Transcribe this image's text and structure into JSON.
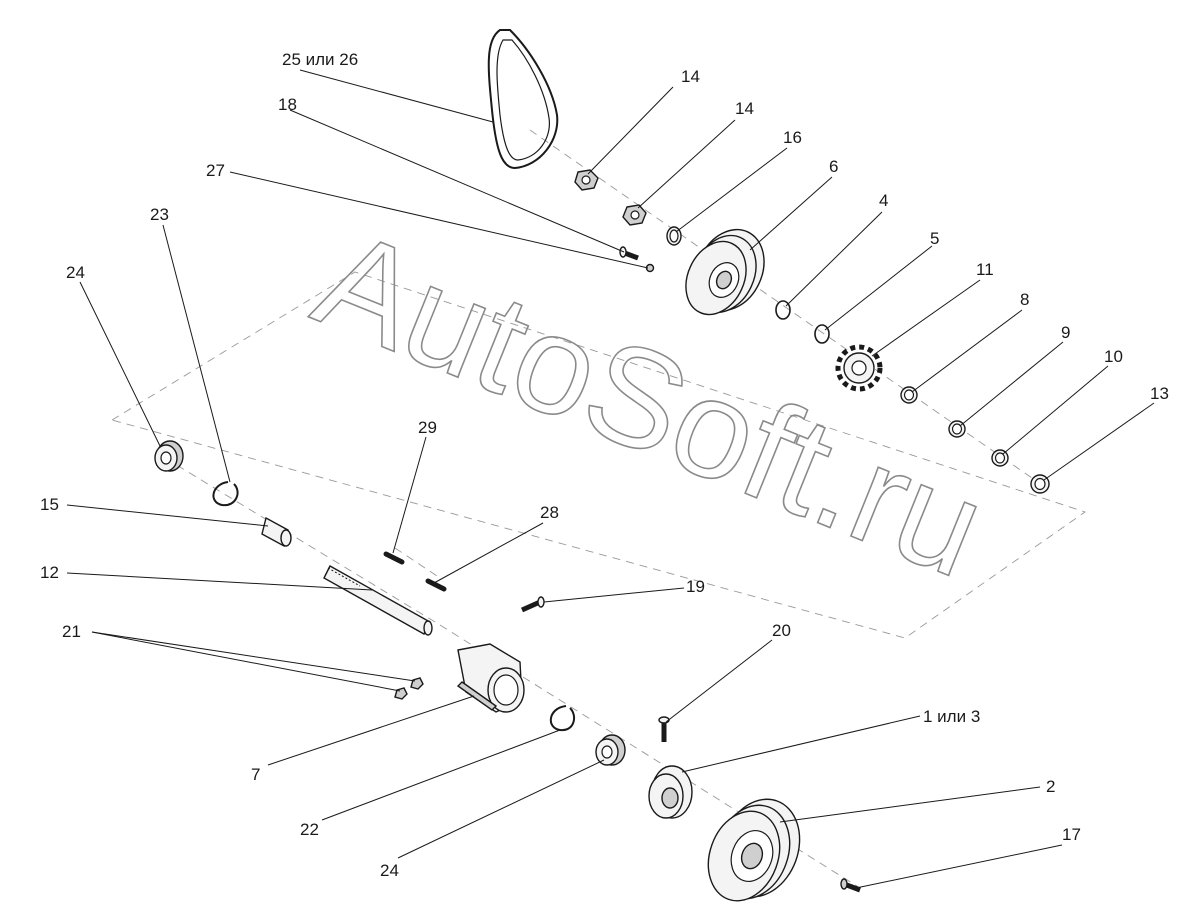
{
  "watermark": "AutoSoft.ru",
  "labels": {
    "l25": "25 или 26",
    "l18": "18",
    "l27": "27",
    "l14a": "14",
    "l14b": "14",
    "l16": "16",
    "l6": "6",
    "l4": "4",
    "l5": "5",
    "l11": "11",
    "l8": "8",
    "l9": "9",
    "l10": "10",
    "l13": "13",
    "l23": "23",
    "l24a": "24",
    "l15": "15",
    "l29": "29",
    "l28": "28",
    "l12": "12",
    "l19": "19",
    "l20": "20",
    "l21": "21",
    "l1": "1 или 3",
    "l2": "2",
    "l7": "7",
    "l22": "22",
    "l24b": "24",
    "l17": "17"
  }
}
